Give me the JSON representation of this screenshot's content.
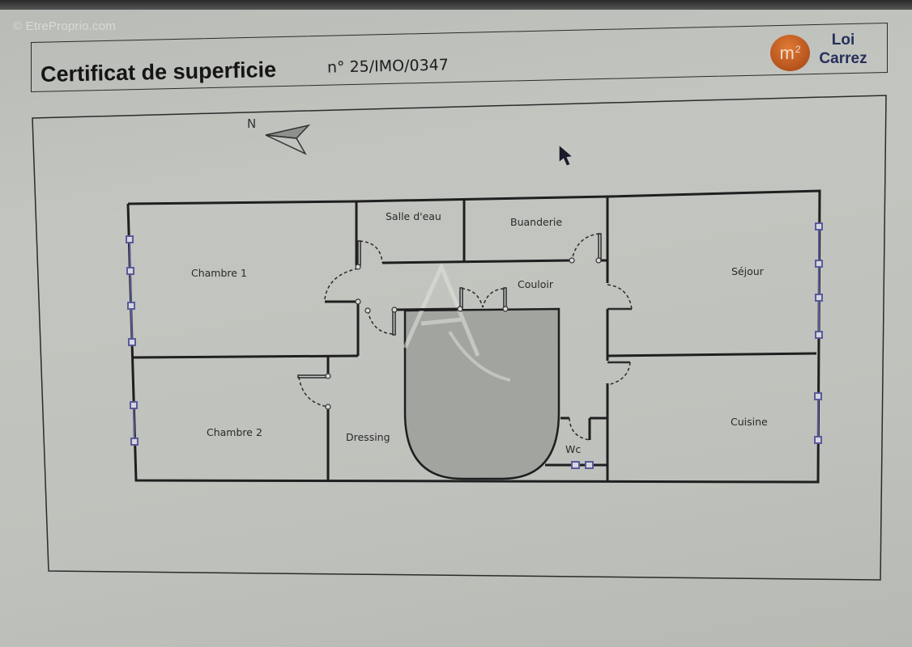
{
  "watermark": "© EtreProprio.com",
  "header": {
    "title": "Certificat de superficie",
    "certificate_number": "n° 25/IMO/0347",
    "badge": {
      "symbol": "m",
      "superscript": "2",
      "color": "#c0611f"
    },
    "badge_text_line1": "Loi",
    "badge_text_line2": "Carrez"
  },
  "plan": {
    "compass_label": "N",
    "icons": {
      "compass": "north-arrow-icon",
      "cursor": "mouse-pointer-icon"
    },
    "rooms": [
      {
        "id": "chambre-1",
        "label": "Chambre 1"
      },
      {
        "id": "salle-d-eau",
        "label": "Salle d'eau"
      },
      {
        "id": "buanderie",
        "label": "Buanderie"
      },
      {
        "id": "couloir",
        "label": "Couloir"
      },
      {
        "id": "sejour",
        "label": "Séjour"
      },
      {
        "id": "chambre-2",
        "label": "Chambre 2"
      },
      {
        "id": "dressing",
        "label": "Dressing"
      },
      {
        "id": "wc",
        "label": "Wc"
      },
      {
        "id": "cuisine",
        "label": "Cuisine"
      }
    ],
    "colors": {
      "wall": "#1f1f1f",
      "window": "#5a5a9a",
      "shaded_area": "#9ea09c"
    }
  }
}
